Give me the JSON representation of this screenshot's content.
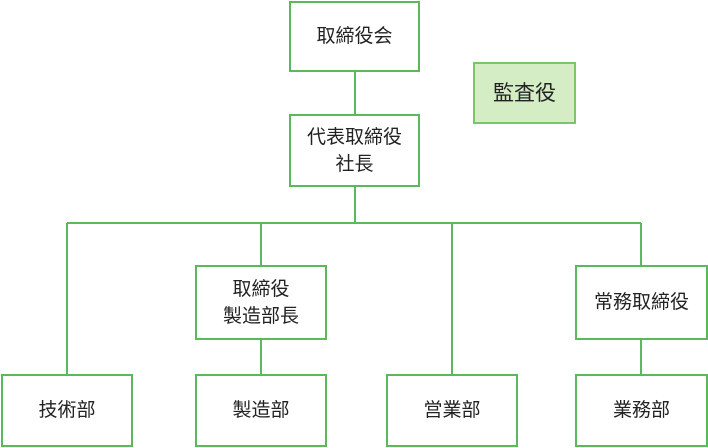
{
  "colors": {
    "line": "#5cb85c",
    "box_border": "#5cb85c",
    "audit_fill": "#d4edc4"
  },
  "nodes": {
    "board": "取締役会",
    "auditor": "監査役",
    "ceo": "代表取締役\n社長",
    "director_mfg": "取締役\n製造部長",
    "managing_director": "常務取締役",
    "tech": "技術部",
    "mfg": "製造部",
    "sales": "営業部",
    "ops": "業務部"
  }
}
